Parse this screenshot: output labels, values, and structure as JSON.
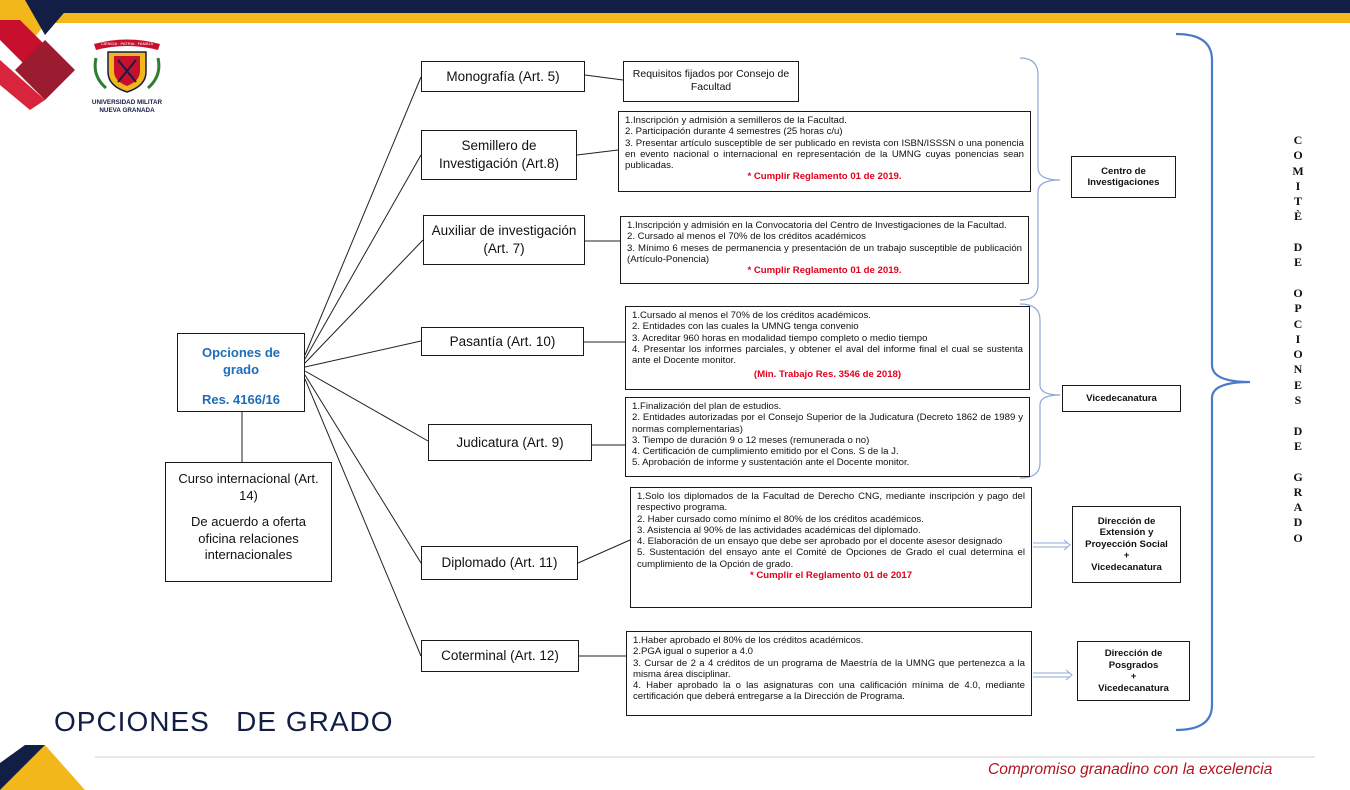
{
  "main": {
    "title": "Opciones de grado",
    "resolution": "Res. 4166/16"
  },
  "curso": {
    "title": "Curso internacional (Art. 14)",
    "description": "De acuerdo a oferta oficina relaciones internacionales"
  },
  "options": [
    {
      "label": "Monografía (Art. 5)",
      "requirements": [
        "Requisitos fijados por Consejo de Facultad"
      ],
      "note": ""
    },
    {
      "label": "Semillero de Investigación (Art.8)",
      "requirements": [
        "1.Inscripción y admisión a semilleros de la Facultad.",
        "2. Participación durante 4 semestres (25 horas c/u)",
        "3. Presentar artículo susceptible de ser publicado en revista con ISBN/ISSSN o una ponencia en evento nacional o internacional en representación de la UMNG cuyas ponencias sean publicadas."
      ],
      "note": "* Cumplir Reglamento 01 de 2019."
    },
    {
      "label": "Auxiliar de investigación (Art. 7)",
      "requirements": [
        "1.Inscripción y admisión en la Convocatoria del Centro de Investigaciones de la Facultad.",
        "2. Cursado al menos el 70% de los créditos académicos",
        "3. Mínimo 6 meses de permanencia y presentación de un trabajo susceptible de publicación (Artículo-Ponencia)"
      ],
      "note": "* Cumplir Reglamento 01 de 2019."
    },
    {
      "label": "Pasantía (Art. 10)",
      "requirements": [
        "1.Cursado al menos el 70% de los créditos académicos.",
        "2. Entidades con las cuales la UMNG tenga convenio",
        "3. Acreditar 960 horas en modalidad tiempo completo o medio tiempo",
        "4. Presentar los informes parciales, y obtener el aval del informe final el cual se sustenta ante el Docente monitor."
      ],
      "note": "(Min. Trabajo Res. 3546 de 2018)"
    },
    {
      "label": "Judicatura (Art. 9)",
      "requirements": [
        "1.Finalización del plan de estudios.",
        "2. Entidades autorizadas por el Consejo Superior de la Judicatura (Decreto 1862 de 1989 y normas complementarias)",
        "3. Tiempo de duración 9 o 12 meses (remunerada o no)",
        "4. Certificación de cumplimiento emitido por el Cons. S de la J.",
        "5. Aprobación de informe y sustentación ante el Docente monitor."
      ],
      "note": ""
    },
    {
      "label": "Diplomado (Art. 11)",
      "requirements": [
        "1.Solo los diplomados de la Facultad de Derecho CNG, mediante inscripción y pago del respectivo programa.",
        "2. Haber cursado como mínimo el 80% de los créditos académicos.",
        "3. Asistencia al 90% de las actividades académicas del diplomado.",
        "4. Elaboración de un ensayo que debe ser aprobado por el docente asesor designado",
        "5. Sustentación del ensayo ante el Comité de Opciones de Grado el cual determina el cumplimiento de la Opción de grado."
      ],
      "note": "* Cumplir el Reglamento 01 de 2017"
    },
    {
      "label": "Coterminal (Art. 12)",
      "requirements": [
        "1.Haber aprobado el 80% de los créditos académicos.",
        "2.PGA igual o superior a 4.0",
        "3. Cursar de 2 a 4 créditos de un programa de Maestría de la UMNG que pertenezca a la misma área disciplinar.",
        "4. Haber aprobado la o las asignaturas con una calificación mínima de 4.0, mediante certificación que deberá entregarse a la Dirección de Programa."
      ],
      "note": ""
    }
  ],
  "offices": {
    "centro": [
      "Centro de",
      "Investigaciones"
    ],
    "vicedecanatura": [
      "Vicedecanatura"
    ],
    "extension": [
      "Dirección de",
      "Extensión y",
      "Proyección Social",
      "+",
      "Vicedecanatura"
    ],
    "posgrados": [
      "Dirección de",
      "Posgrados",
      "+",
      "Vicedecanatura"
    ]
  },
  "side_label": [
    "C",
    "O",
    "M",
    "I",
    "T",
    "È",
    "",
    "D",
    "E",
    "",
    "O",
    "P",
    "C",
    "I",
    "O",
    "N",
    "E",
    "S",
    "",
    "D",
    "E",
    "",
    "G",
    "R",
    "A",
    "D",
    "O"
  ],
  "logo": {
    "name_line1": "UNIVERSIDAD MILITAR",
    "name_line2": "NUEVA GRANADA",
    "motto": "CIENCIA · PATRIA · FAMILIA"
  },
  "page_title": "OPCIONES   DE GRADO",
  "footer": "Compromiso granadino con la excelencia",
  "colors": {
    "navy": "#121e44",
    "gold": "#f2b71a",
    "red": "#c8102e",
    "blue_link": "#1f6db5",
    "bracket": "#4a7bc8",
    "footer_red": "#b0141f"
  }
}
